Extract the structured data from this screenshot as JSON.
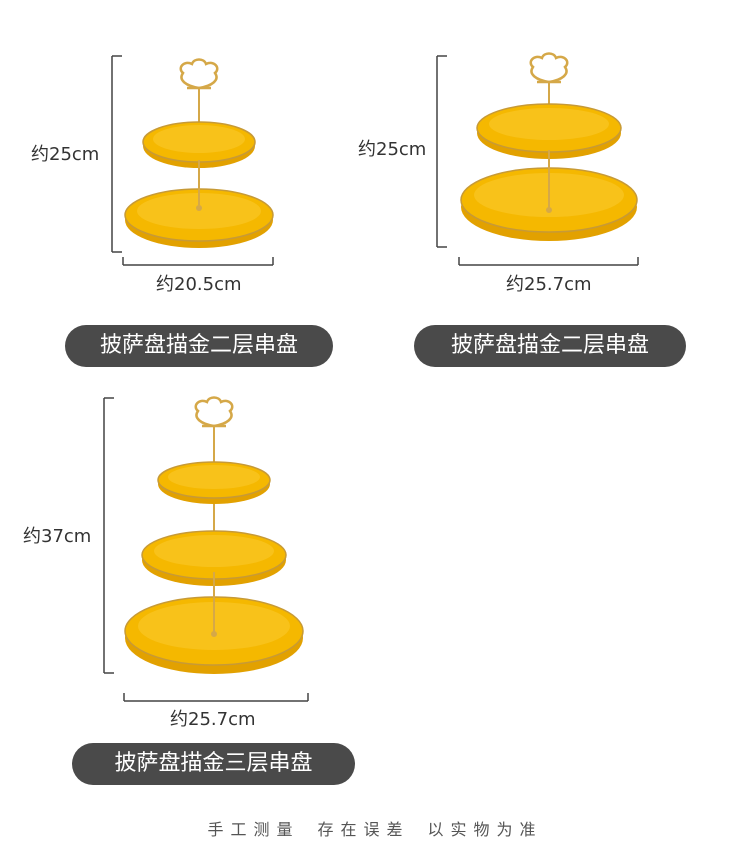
{
  "colors": {
    "plate": "#f5b800",
    "plate_shadow": "#e2a100",
    "plate_rim": "#c79a36",
    "gold": "#d5a848",
    "pill": "#4a4a4a",
    "dimension_line": "#444444"
  },
  "products": [
    {
      "name": "披萨盘描金二层串盘",
      "height_label": "约25cm",
      "width_label": "约20.5cm",
      "tiers": 2
    },
    {
      "name": "披萨盘描金二层串盘",
      "height_label": "约25cm",
      "width_label": "约25.7cm",
      "tiers": 2
    },
    {
      "name": "披萨盘描金三层串盘",
      "height_label": "约37cm",
      "width_label": "约25.7cm",
      "tiers": 3
    }
  ],
  "footer": {
    "part1": "手工测量",
    "part2": "存在误差",
    "part3": "以实物为准"
  }
}
